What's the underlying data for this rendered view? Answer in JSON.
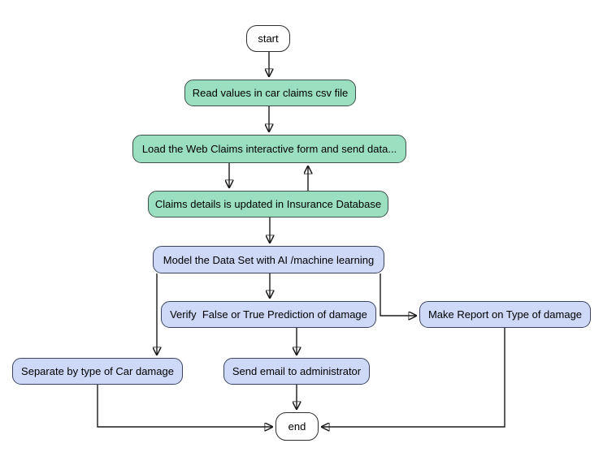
{
  "diagram": {
    "type": "flowchart",
    "title": "Car insurance claims processing flowchart",
    "colors": {
      "terminal_fill": "#ffffff",
      "terminal_border": "#2f2f2f",
      "stage_green_fill": "#9bdfc1",
      "stage_green_border": "#3f514c",
      "stage_blue_fill": "#cdd9f7",
      "stage_blue_border": "#3a4460",
      "edge_color": "#1a1a1a",
      "text_color": "#000000"
    },
    "nodes": [
      {
        "id": "start",
        "label": "start",
        "kind": "terminal"
      },
      {
        "id": "read_csv",
        "label": "Read values in car claims csv file",
        "kind": "green"
      },
      {
        "id": "load_web_form",
        "label": "Load the Web Claims interactive form and send data...",
        "kind": "green"
      },
      {
        "id": "update_db",
        "label": "Claims details is updated in Insurance Database",
        "kind": "green"
      },
      {
        "id": "model_ai",
        "label": "Model the Data Set with AI /machine learning",
        "kind": "blue"
      },
      {
        "id": "verify_prediction",
        "label": "Verify  False or True Prediction of damage",
        "kind": "blue"
      },
      {
        "id": "make_report",
        "label": "Make Report on Type of damage",
        "kind": "blue"
      },
      {
        "id": "separate_damage",
        "label": "Separate by type of Car damage",
        "kind": "blue"
      },
      {
        "id": "send_email",
        "label": "Send email to administrator",
        "kind": "blue"
      },
      {
        "id": "end",
        "label": "end",
        "kind": "terminal"
      }
    ],
    "edges": [
      {
        "from": "start",
        "to": "read_csv"
      },
      {
        "from": "read_csv",
        "to": "load_web_form"
      },
      {
        "from": "load_web_form",
        "to": "update_db"
      },
      {
        "from": "update_db",
        "to": "load_web_form"
      },
      {
        "from": "update_db",
        "to": "model_ai"
      },
      {
        "from": "model_ai",
        "to": "verify_prediction"
      },
      {
        "from": "model_ai",
        "to": "separate_damage"
      },
      {
        "from": "model_ai",
        "to": "make_report"
      },
      {
        "from": "verify_prediction",
        "to": "send_email"
      },
      {
        "from": "send_email",
        "to": "end"
      },
      {
        "from": "separate_damage",
        "to": "end"
      },
      {
        "from": "make_report",
        "to": "end"
      }
    ]
  }
}
